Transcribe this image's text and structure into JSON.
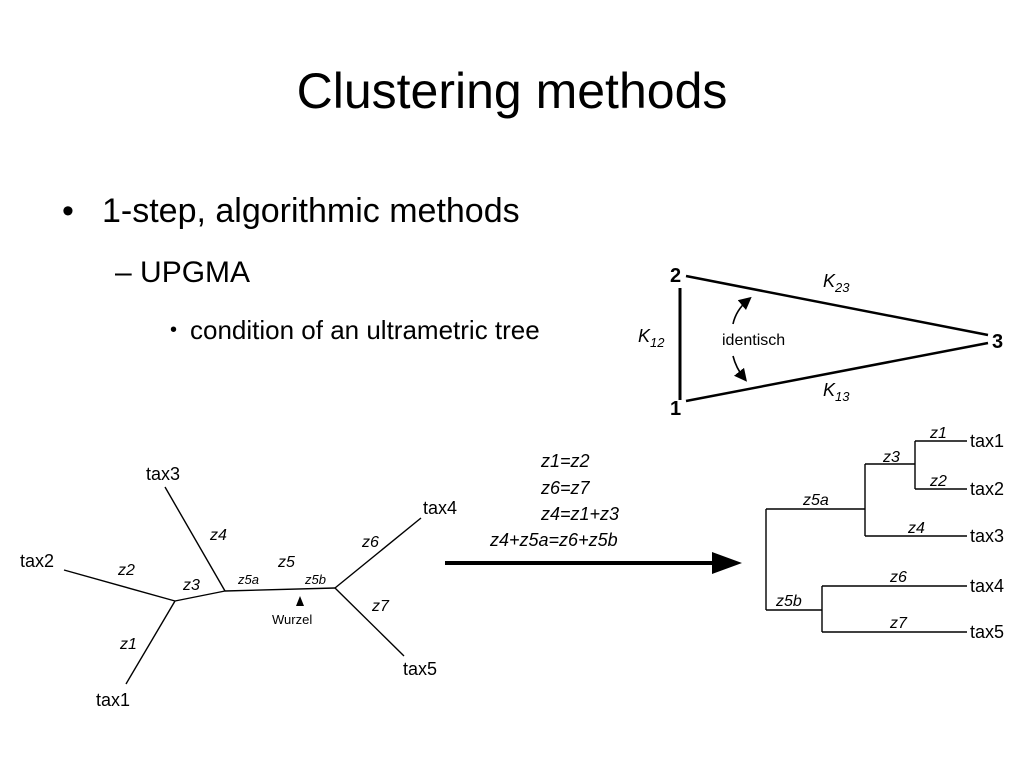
{
  "slide": {
    "title": "Clustering methods",
    "bullet1": "1-step, algorithmic methods",
    "bullet2_dash": "–",
    "bullet2": "UPGMA",
    "bullet3": "condition of an ultrametric tree"
  },
  "triangle": {
    "node1": "1",
    "node2": "2",
    "node3": "3",
    "k12": "K",
    "k12_sub": "12",
    "k23": "K",
    "k23_sub": "23",
    "k13": "K",
    "k13_sub": "13",
    "annotation": "identisch"
  },
  "unrooted_tree": {
    "taxa": [
      "tax1",
      "tax2",
      "tax3",
      "tax4",
      "tax5"
    ],
    "branches": [
      "z1",
      "z2",
      "z3",
      "z4",
      "z5",
      "z6",
      "z7"
    ],
    "z5a_label": "z5a",
    "z5b_label": "z5b",
    "root_label": "Wurzel"
  },
  "equations": [
    "z1=z2",
    "z6=z7",
    "z4=z1+z3",
    "z4+z5a=z6+z5b"
  ],
  "rooted_tree": {
    "taxa": [
      "tax1",
      "tax2",
      "tax3",
      "tax4",
      "tax5"
    ],
    "branches": [
      "z1",
      "z2",
      "z3",
      "z4",
      "z6",
      "z7"
    ],
    "z5a_label": "z5a",
    "z5b_label": "z5b"
  }
}
